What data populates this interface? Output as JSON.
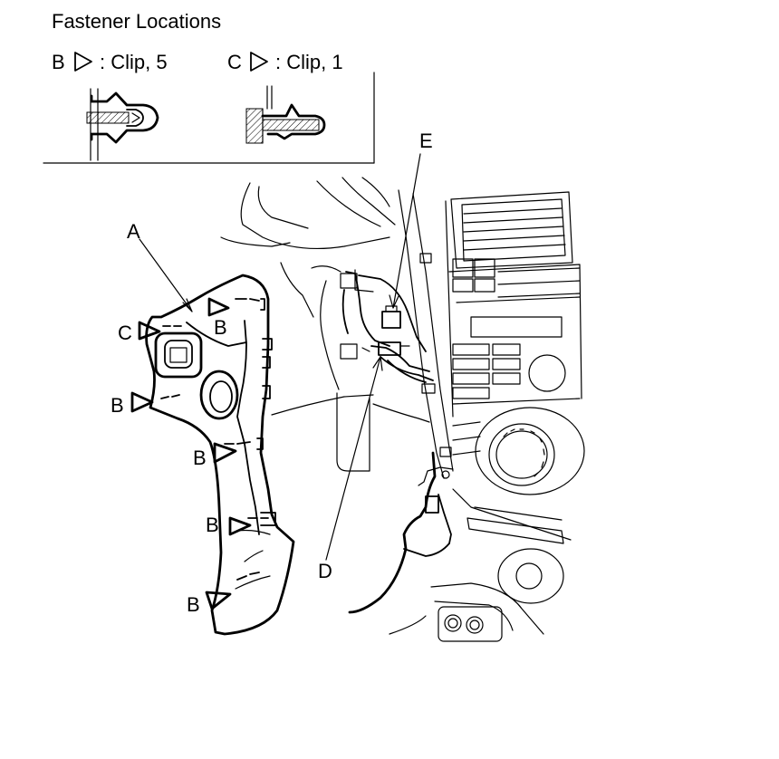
{
  "title": "Fastener Locations",
  "legend": [
    {
      "letter": "B",
      "text": ": Clip, 5"
    },
    {
      "letter": "C",
      "text": ": Clip, 1"
    }
  ],
  "callouts": {
    "A": "A",
    "E": "E",
    "D": "D",
    "C": "C",
    "B": "B"
  }
}
